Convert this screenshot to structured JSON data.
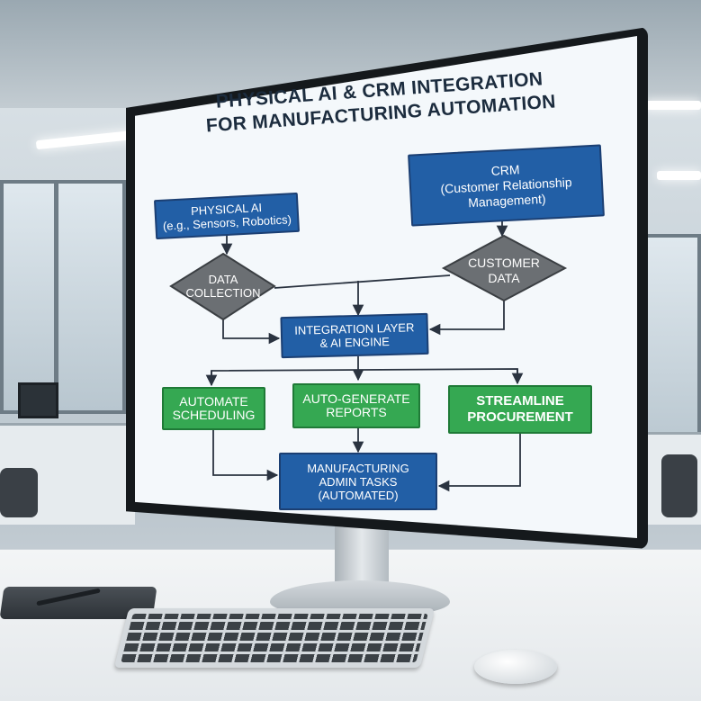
{
  "title": {
    "line1": "PHYSICAL AI & CRM INTEGRATION",
    "line2": "FOR MANUFACTURING AUTOMATION"
  },
  "nodes": {
    "physical_ai": {
      "line1": "PHYSICAL AI",
      "line2": "(e.g., Sensors, Robotics)"
    },
    "crm": {
      "line1": "CRM",
      "line2": "(Customer Relationship",
      "line3": "Management)"
    },
    "data_collection": {
      "line1": "DATA",
      "line2": "COLLECTION"
    },
    "customer_data": {
      "line1": "CUSTOMER",
      "line2": "DATA"
    },
    "integration": {
      "line1": "INTEGRATION LAYER",
      "line2": "& AI ENGINE"
    },
    "automate_scheduling": {
      "line1": "AUTOMATE",
      "line2": "SCHEDULING"
    },
    "auto_generate_reports": {
      "line1": "AUTO-GENERATE",
      "line2": "REPORTS"
    },
    "streamline_procurement": {
      "line1": "STREAMLINE",
      "line2": "PROCUREMENT"
    },
    "manufacturing_admin": {
      "line1": "MANUFACTURING",
      "line2": "ADMIN TASKS",
      "line3": "(AUTOMATED)"
    }
  },
  "colors": {
    "process_box": "#225fa6",
    "task_box": "#35a852",
    "decision": "#6b6f73",
    "connector": "#2a3340",
    "title": "#1c2c3e"
  }
}
